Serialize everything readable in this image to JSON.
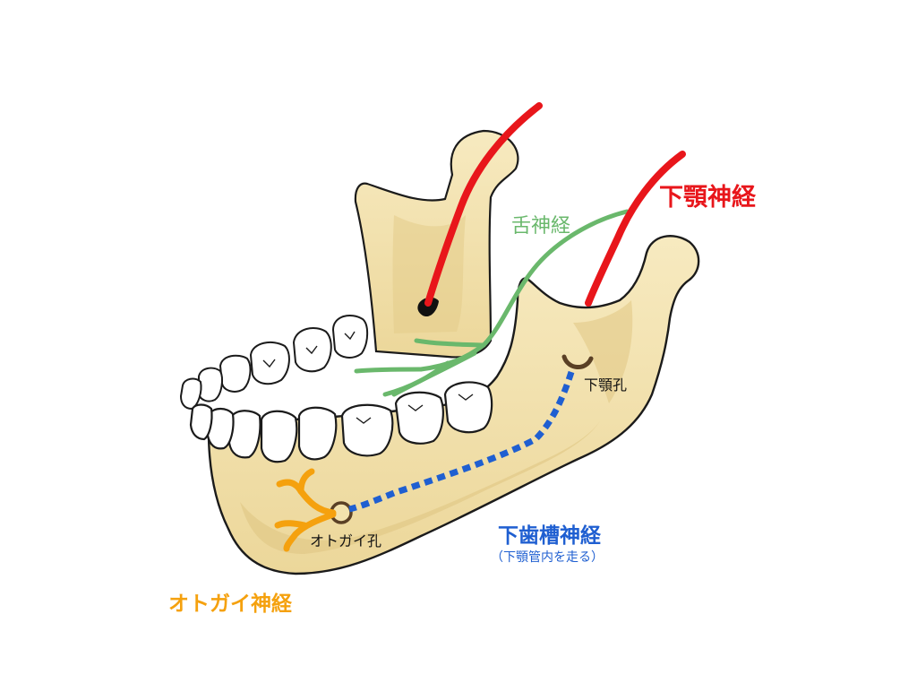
{
  "labels": {
    "mandibular_nerve": "下顎神経",
    "lingual_nerve": "舌神経",
    "mandibular_foramen": "下顎孔",
    "mental_foramen": "オトガイ孔",
    "inferior_alveolar_nerve": "下歯槽神経",
    "inferior_alveolar_note": "（下顎管内を走る）",
    "mental_nerve": "オトガイ神経"
  },
  "colors": {
    "mandibular_nerve": "#e8161b",
    "lingual_nerve": "#6ab86c",
    "inferior_alveolar_nerve": "#1f5fd1",
    "mental_nerve": "#f5a10e",
    "bone": "#f3e3ad",
    "bone_shadow": "#d9c27f",
    "tooth": "#ffffff",
    "outline": "#1b1b1b",
    "foramen": "#5a4025"
  }
}
